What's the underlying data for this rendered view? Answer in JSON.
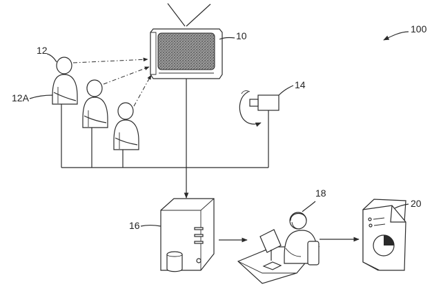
{
  "labels": {
    "system": "100",
    "television": "10",
    "viewer": "12",
    "viewer_device": "12A",
    "camera": "14",
    "server": "16",
    "operator": "18",
    "report": "20"
  },
  "icons": {
    "television": "crt-tv-icon",
    "viewers": "person-icon",
    "camera": "rotating-camera-icon",
    "server": "tower-server-icon",
    "database": "database-cylinder-icon",
    "operator": "headset-operator-workstation-icon",
    "report": "document-with-chart-icon"
  },
  "colors": {
    "ink": "#2a2a2a",
    "background": "#ffffff"
  }
}
